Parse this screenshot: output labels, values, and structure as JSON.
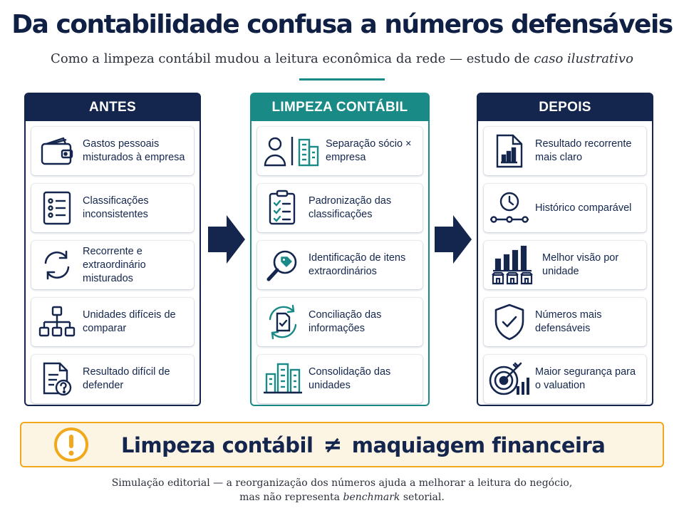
{
  "title": "Da contabilidade confusa a números defensáveis",
  "subtitle": {
    "text": "Como a limpeza contábil mudou a leitura econômica da rede — estudo de ",
    "emphasis": "caso ilustrativo"
  },
  "columns": [
    {
      "header": "ANTES",
      "accent": "#14264d",
      "items": [
        {
          "icon": "wallet-icon",
          "label": "Gastos pessoais misturados à empresa"
        },
        {
          "icon": "checklist-icon",
          "label": "Classificações inconsistentes"
        },
        {
          "icon": "cycle-arrows-icon",
          "label": "Recorrente e extraordinário misturados"
        },
        {
          "icon": "org-chart-icon",
          "label": "Unidades difíceis de comparar"
        },
        {
          "icon": "document-question-icon",
          "label": "Resultado difícil de defender"
        }
      ]
    },
    {
      "header": "LIMPEZA CONTÁBIL",
      "accent": "#1a8a86",
      "items": [
        {
          "icon": "person-building-icon",
          "label": "Separação sócio × empresa"
        },
        {
          "icon": "checklist-icon",
          "label": "Padronização das classificações"
        },
        {
          "icon": "magnifier-tag-icon",
          "label": "Identificação de itens extraordinários"
        },
        {
          "icon": "reconcile-document-icon",
          "label": "Conciliação das informações"
        },
        {
          "icon": "buildings-icon",
          "label": "Consolidação das unidades"
        }
      ]
    },
    {
      "header": "DEPOIS",
      "accent": "#14264d",
      "items": [
        {
          "icon": "report-chart-icon",
          "label": "Resultado recorrente mais claro"
        },
        {
          "icon": "clock-timeline-icon",
          "label": "Histórico comparável"
        },
        {
          "icon": "bar-chart-stores-icon",
          "label": "Melhor visão por unidade"
        },
        {
          "icon": "shield-check-icon",
          "label": "Números mais defensáveis"
        },
        {
          "icon": "target-chart-icon",
          "label": "Maior segurança para o valuation"
        }
      ]
    }
  ],
  "banner": {
    "icon": "warning-icon",
    "left": "Limpeza contábil",
    "symbol": "≠",
    "right": "maquiagem financeira",
    "border_color": "#f0a81c"
  },
  "footnote": {
    "line1": "Simulação editorial — a reorganização dos números ajuda a melhorar a leitura do negócio,",
    "line2_pre": "mas não representa ",
    "line2_em": "benchmark",
    "line2_post": " setorial."
  }
}
